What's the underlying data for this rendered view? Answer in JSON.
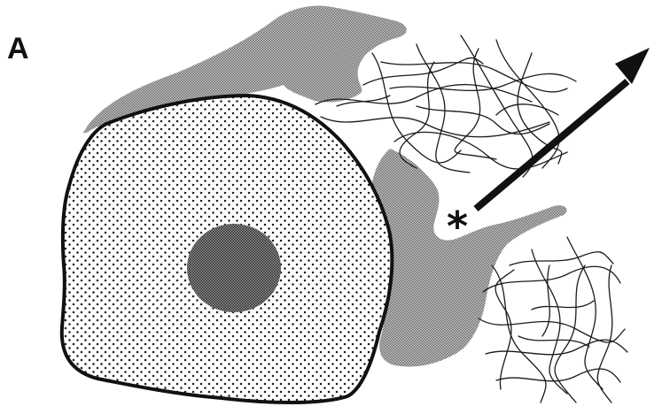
{
  "figure": {
    "panel_label": "A",
    "marker_symbol": "*",
    "colors": {
      "background": "#ffffff",
      "outline": "#111111",
      "dot_stipple": "#1a1a1a",
      "grey_stipple": "#7a7a7a",
      "nucleus_stipple": "#333333",
      "fiber_stroke": "#1a1a1a",
      "arrow": "#111111"
    },
    "elements": [
      "cell-body",
      "nucleus",
      "grey-stippled-processes",
      "fiber-tangle-upper",
      "fiber-tangle-lower",
      "arrow",
      "asterisk-marker"
    ]
  }
}
